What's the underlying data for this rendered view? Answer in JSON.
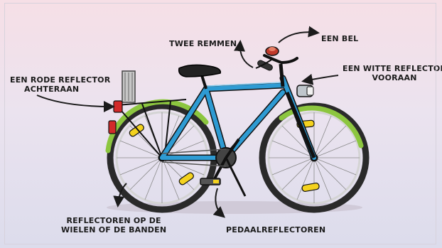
{
  "labels": {
    "twee_remmen": "TWEE REMMEN",
    "een_bel": "EEN BEL",
    "rode_reflector_line1": "EEN RODE REFLECTOR",
    "rode_reflector_line2": "ACHTERAAN",
    "witte_reflector_line1": "EEN WITTE REFLECTOR",
    "witte_reflector_line2": "VOORAAN",
    "wielen_line1": "REFLECTOREN OP DE",
    "wielen_line2": "WIELEN OF DE BANDEN",
    "pedaal": "PEDAALREFLECTOREN"
  },
  "colors": {
    "frame": "#2e9bd3",
    "frame_shade": "#1b6ea3",
    "fender": "#8cc63f",
    "tire": "#2a2a2a",
    "rim": "#d9d9d9",
    "spoke_reflector": "#f4d21f",
    "rear_reflector": "#d22a2a",
    "front_light": "#bfc6cc",
    "outline": "#111111"
  }
}
